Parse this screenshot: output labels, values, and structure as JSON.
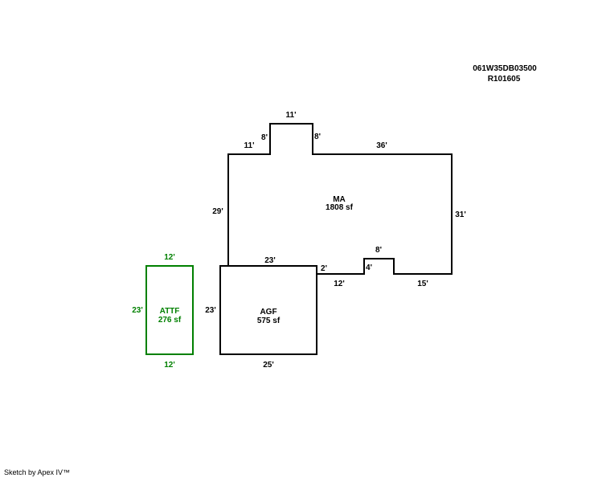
{
  "header": {
    "parcel_id": "061W35DB03500",
    "account": "R101605"
  },
  "areas": {
    "ma": {
      "label": "MA",
      "area": "1808 sf"
    },
    "agf": {
      "label": "AGF",
      "area": "575 sf"
    },
    "attf": {
      "label": "ATTF",
      "area": "276 sf"
    }
  },
  "dimensions": {
    "ma": {
      "top_left": "11'",
      "bump_left": "8'",
      "bump_top": "11'",
      "bump_right": "8'",
      "top_right": "36'",
      "left": "29'",
      "right": "31'",
      "bottom_right": "15'",
      "notch_right": "4'",
      "notch_top": "8'",
      "bottom_mid": "12'",
      "step": "2'",
      "bottom_left": "23'"
    },
    "agf": {
      "left": "23'",
      "bottom": "25'"
    },
    "attf": {
      "top": "12'",
      "left": "23'",
      "bottom": "12'"
    }
  },
  "colors": {
    "main": "#000000",
    "attf": "#008000"
  },
  "footer": "Sketch by Apex IV™"
}
